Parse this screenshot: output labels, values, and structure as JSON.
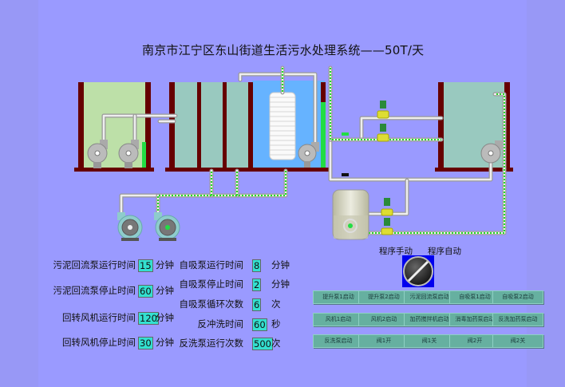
{
  "title": "南京市江宁区东山街道生活污水处理系统——50T/天",
  "colors": {
    "background": "#9a9aff",
    "tank_wall": "#660000",
    "tank_green": "#bde0a8",
    "tank_teal": "#99c9bf",
    "tank_blue": "#66b3ff",
    "level_bar": "#22dd44",
    "flow_dots": "#22dd22",
    "input_bg": "#33e0d0",
    "button_bg": "#66b0a0"
  },
  "params_left": [
    {
      "label": "污泥回流泵运行时间",
      "value": "15",
      "unit": "分钟"
    },
    {
      "label": "污泥回流泵停止时间",
      "value": "60",
      "unit": "分钟"
    },
    {
      "label": "回转风机运行时间",
      "value": "120",
      "unit": "分钟"
    },
    {
      "label": "回转风机停止时间",
      "value": "30",
      "unit": "分钟"
    }
  ],
  "params_right": [
    {
      "label": "自吸泵运行时间",
      "value": "8",
      "unit": "分钟"
    },
    {
      "label": "自吸泵停止时间",
      "value": "2",
      "unit": "分钟"
    },
    {
      "label": "自吸泵循环次数",
      "value": "6",
      "unit": "次"
    },
    {
      "label": "反冲洗时间",
      "value": "60",
      "unit": "秒"
    },
    {
      "label": "反洗泵运行次数",
      "value": "500",
      "unit": "次"
    }
  ],
  "mode_switch": {
    "manual_label": "程序手动",
    "auto_label": "程序自动",
    "icon": "rotary-selector-switch"
  },
  "buttons": [
    [
      "提升泵1启动",
      "提升泵2启动",
      "污泥回流泵启动",
      "自吸泵1启动",
      "自吸泵2启动"
    ],
    [
      "风机1启动",
      "风机2启动",
      "加药搅拌机启动",
      "消毒加药泵启动",
      "反洗加药泵启动"
    ],
    [
      "反洗泵启动",
      "阀1开",
      "阀1关",
      "阀2开",
      "阀2关"
    ]
  ],
  "equipment": {
    "tank1_level_fraction": 0.35,
    "tank2_level_fraction": 0.75,
    "lift_pumps": [
      "lift-pump-1",
      "lift-pump-2"
    ],
    "blowers": [
      "blower-1",
      "blower-2"
    ],
    "valves": [
      "valve-1",
      "valve-2",
      "valve-3",
      "valve-4"
    ]
  }
}
